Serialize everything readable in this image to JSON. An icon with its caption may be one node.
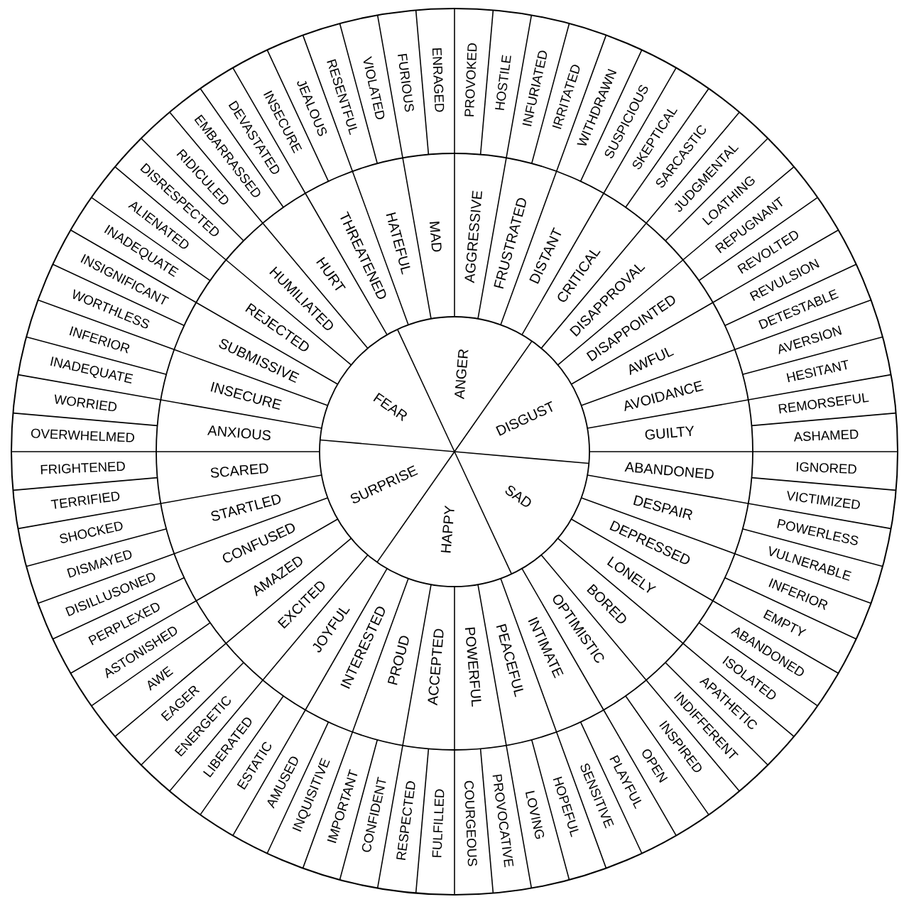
{
  "diagram": {
    "nodes": [
      {
        "text": [
          "ANGER"
        ]
      },
      {
        "text": [
          "DISGUST"
        ]
      },
      {
        "text": [
          "SAD"
        ]
      },
      {
        "text": [
          "HAPPY"
        ]
      },
      {
        "text": [
          "SURPRISE"
        ]
      },
      {
        "text": [
          "FEAR"
        ]
      },
      {
        "text": [
          "MAD"
        ]
      },
      {
        "text": [
          "AGGRESSIVE"
        ]
      },
      {
        "text": [
          "FRUSTRATED"
        ]
      },
      {
        "text": [
          "DISTANT"
        ]
      },
      {
        "text": [
          "CRITICAL"
        ]
      },
      {
        "text": [
          "DISAPPROVAL"
        ]
      },
      {
        "text": [
          "DISAPPOINTED"
        ]
      },
      {
        "text": [
          "AWFUL"
        ]
      },
      {
        "text": [
          "AVOIDANCE"
        ]
      },
      {
        "text": [
          "GUILTY"
        ]
      },
      {
        "text": [
          "ABANDONED"
        ]
      },
      {
        "text": [
          "DESPAIR"
        ]
      },
      {
        "text": [
          "DEPRESSED"
        ]
      },
      {
        "text": [
          "LONELY"
        ]
      },
      {
        "text": [
          "BORED"
        ]
      },
      {
        "text": [
          "OPTIMISTIC"
        ]
      },
      {
        "text": [
          "INTIMATE"
        ]
      },
      {
        "text": [
          "PEACEFUL"
        ]
      },
      {
        "text": [
          "POWERFUL"
        ]
      },
      {
        "text": [
          "ACCEPTED"
        ]
      },
      {
        "text": [
          "PROUD"
        ]
      },
      {
        "text": [
          "INTERESTED"
        ]
      },
      {
        "text": [
          "JOYFUL"
        ]
      },
      {
        "text": [
          "EXCITED"
        ]
      },
      {
        "text": [
          "AMAZED"
        ]
      },
      {
        "text": [
          "CONFUSED"
        ]
      },
      {
        "text": [
          "STARTLED"
        ]
      },
      {
        "text": [
          "SCARED"
        ]
      },
      {
        "text": [
          "ANXIOUS"
        ]
      },
      {
        "text": [
          "INSECURE"
        ]
      },
      {
        "text": [
          "SUBMISSIVE"
        ]
      },
      {
        "text": [
          "REJECTED"
        ]
      },
      {
        "text": [
          "HUMILIATED"
        ]
      },
      {
        "text": [
          "HURT"
        ]
      },
      {
        "text": [
          "THREATENED"
        ]
      },
      {
        "text": [
          "HATEFUL"
        ]
      },
      {
        "text": [
          "ENRAGED"
        ]
      },
      {
        "text": [
          "PROVOKED"
        ]
      },
      {
        "text": [
          "HOSTILE"
        ]
      },
      {
        "text": [
          "INFURIATED"
        ]
      },
      {
        "text": [
          "IRRITATED"
        ]
      },
      {
        "text": [
          "WITHDRAWN"
        ]
      },
      {
        "text": [
          "SUSPICIOUS"
        ]
      },
      {
        "text": [
          "SKEPTICAL"
        ]
      },
      {
        "text": [
          "SARCASTIC"
        ]
      },
      {
        "text": [
          "JUDGMENTAL"
        ]
      },
      {
        "text": [
          "LOATHING"
        ]
      },
      {
        "text": [
          "REPUGNANT"
        ]
      },
      {
        "text": [
          "REVOLTED"
        ]
      },
      {
        "text": [
          "REVULSION"
        ]
      },
      {
        "text": [
          "DETESTABLE"
        ]
      },
      {
        "text": [
          "AVERSION"
        ]
      },
      {
        "text": [
          "HESITANT"
        ]
      },
      {
        "text": [
          "REMORSEFUL"
        ]
      },
      {
        "text": [
          "ASHAMED"
        ]
      },
      {
        "text": [
          "IGNORED"
        ]
      },
      {
        "text": [
          "VICTIMIZED"
        ]
      },
      {
        "text": [
          "POWERLESS"
        ]
      },
      {
        "text": [
          "VULNERABLE"
        ]
      },
      {
        "text": [
          "INFERIOR"
        ]
      },
      {
        "text": [
          "EMPTY"
        ]
      },
      {
        "text": [
          "ABANDONED"
        ]
      },
      {
        "text": [
          "ISOLATED"
        ]
      },
      {
        "text": [
          "APATHETIC"
        ]
      },
      {
        "text": [
          "INDIFFERENT"
        ]
      },
      {
        "text": [
          "INSPIRED"
        ]
      },
      {
        "text": [
          "OPEN"
        ]
      },
      {
        "text": [
          "PLAYFUL"
        ]
      },
      {
        "text": [
          "SENSITIVE"
        ]
      },
      {
        "text": [
          "HOPEFUL"
        ]
      },
      {
        "text": [
          "LOVING"
        ]
      },
      {
        "text": [
          "PROVOCATIVE"
        ]
      },
      {
        "text": [
          "COURGEOUS"
        ]
      },
      {
        "text": [
          "FULFILLED"
        ]
      },
      {
        "text": [
          "RESPECTED"
        ]
      },
      {
        "text": [
          "CONFIDENT"
        ]
      },
      {
        "text": [
          "IMPORTANT"
        ]
      },
      {
        "text": [
          "INQUISITIVE"
        ]
      },
      {
        "text": [
          "AMUSED"
        ]
      },
      {
        "text": [
          "ESTATIC"
        ]
      },
      {
        "text": [
          "LIBERATED"
        ]
      },
      {
        "text": [
          "ENERGETIC"
        ]
      },
      {
        "text": [
          "EAGER"
        ]
      },
      {
        "text": [
          "AWE"
        ]
      },
      {
        "text": [
          "ASTONISHED"
        ]
      },
      {
        "text": [
          "PERPLEXED"
        ]
      },
      {
        "text": [
          "DISILLUSONED"
        ]
      },
      {
        "text": [
          "DISMAYED"
        ]
      },
      {
        "text": [
          "SHOCKED"
        ]
      },
      {
        "text": [
          "TERRIFIED"
        ]
      },
      {
        "text": [
          "FRIGHTENED"
        ]
      },
      {
        "text": [
          "OVERWHELMED"
        ]
      },
      {
        "text": [
          "WORRIED"
        ]
      },
      {
        "text": [
          "INADEQUATE"
        ]
      },
      {
        "text": [
          "INFERIOR"
        ]
      },
      {
        "text": [
          "WORTHLESS"
        ]
      },
      {
        "text": [
          "INSIGNIFICANT"
        ]
      },
      {
        "text": [
          "INADEQUATE"
        ]
      },
      {
        "text": [
          "ALIENATED"
        ]
      },
      {
        "text": [
          "DISRESPECTED"
        ]
      },
      {
        "text": [
          "RIDICULED"
        ]
      },
      {
        "text": [
          "EMBARRASSED"
        ]
      },
      {
        "text": [
          "DEVASTATED"
        ]
      },
      {
        "text": [
          "INSECURE"
        ]
      },
      {
        "text": [
          "JEALOUS"
        ]
      },
      {
        "text": [
          "RESENTFUL"
        ]
      },
      {
        "text": [
          "VIOLATED"
        ]
      },
      {
        "text": [
          "FURIOUS"
        ]
      }
    ]
  }
}
